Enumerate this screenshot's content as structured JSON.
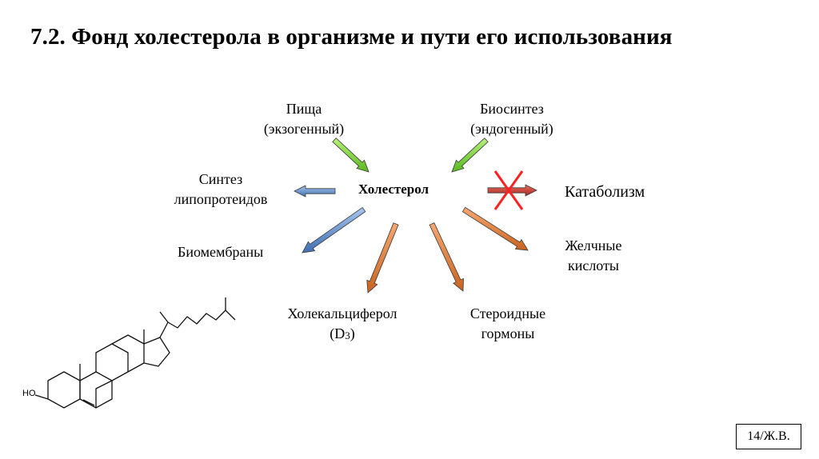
{
  "slide": {
    "title": "7.2. Фонд холестерола в организме и пути его использования",
    "footer": "14/Ж.В."
  },
  "diagram": {
    "center": "Холестерол",
    "sources": [
      {
        "line1": "Пища",
        "line2": "(экзогенный)",
        "color": "#7dd43a"
      },
      {
        "line1": "Биосинтез",
        "line2": "(эндогенный)",
        "color": "#7dd43a"
      }
    ],
    "products": [
      {
        "line1": "Синтез",
        "line2": "липопротеидов",
        "color": "#5a86c4"
      },
      {
        "line1": "Биомембраны",
        "color": "#5a86c4"
      },
      {
        "line1": "Холекальциферол",
        "line2_main": "(D",
        "line2_sub": "3",
        "line2_end": ")",
        "color": "#e07a33"
      },
      {
        "line1": "Стероидные",
        "line2": "гормоны",
        "color": "#e07a33"
      },
      {
        "line1": "Желчные",
        "line2": "кислоты",
        "color": "#e07a33"
      }
    ],
    "blocked": {
      "label": "Катаболизм",
      "arrow_color": "#c0392b",
      "cross_color": "#ff2020"
    },
    "molecule": {
      "hydroxyl_label": "HO"
    }
  }
}
